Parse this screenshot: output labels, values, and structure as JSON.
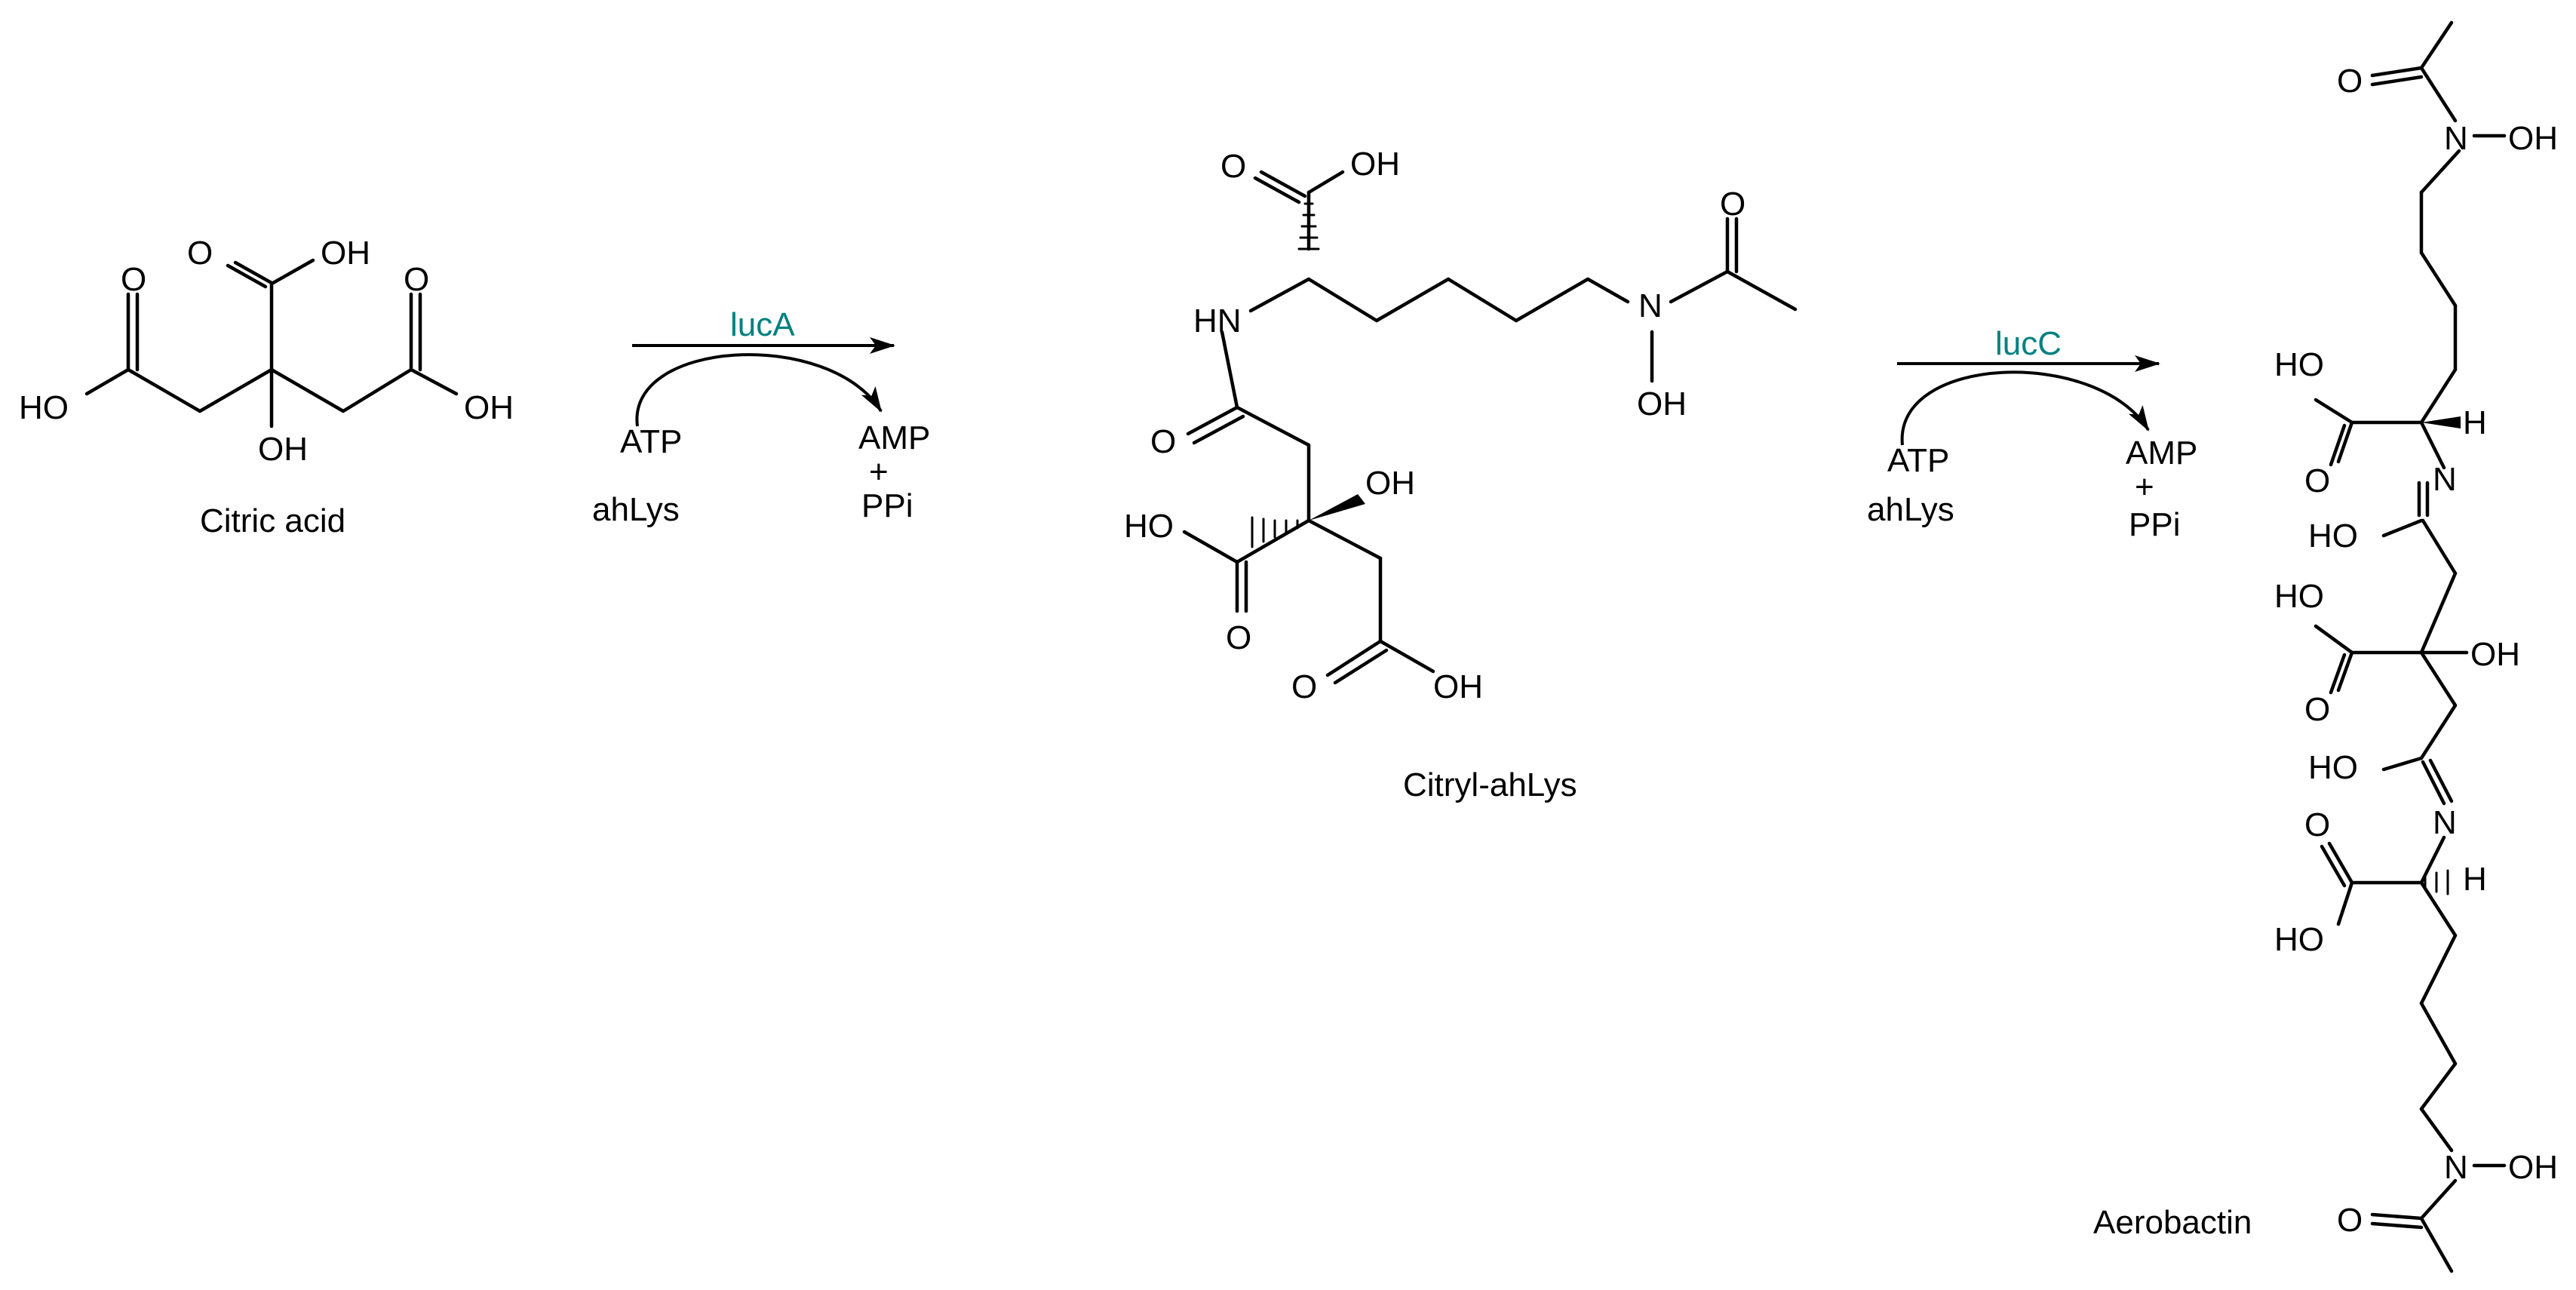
{
  "molecules": {
    "citric_acid": {
      "name": "Citric acid",
      "atoms": {
        "o_top": "O",
        "oh_top": "OH",
        "o_left": "O",
        "ho_left": "HO",
        "o_right": "O",
        "oh_right": "OH",
        "oh_center": "OH"
      }
    },
    "citryl_ahlys": {
      "name": "Citryl-ahLys",
      "atoms": {
        "o_acid": "O",
        "oh_acid": "OH",
        "hn": "HN",
        "n": "N",
        "oh_n": "OH",
        "o_acetyl": "O",
        "o_amide": "O",
        "oh_quat": "OH",
        "ho_left": "HO",
        "o_left": "O",
        "o_bottom": "O",
        "oh_bottom": "OH"
      }
    },
    "aerobactin": {
      "name": "Aerobactin",
      "atoms": {
        "o_top": "O",
        "n_top": "N",
        "oh_top": "OH",
        "ho_1": "HO",
        "o_1": "O",
        "h_1": "H",
        "n_1": "N",
        "ho_2": "HO",
        "ho_3": "HO",
        "o_3": "O",
        "oh_quat": "OH",
        "ho_4": "HO",
        "n_4": "N",
        "o_5": "O",
        "ho_5": "HO",
        "h_5": "H",
        "n_bottom": "N",
        "oh_bottom": "OH",
        "o_bottom": "O"
      }
    }
  },
  "reactions": [
    {
      "enzyme": "lucA",
      "cofactor_in": "ATP",
      "substrate": "ahLys",
      "product_out": "AMP",
      "plus": "+",
      "byproduct": "PPi"
    },
    {
      "enzyme": "lucC",
      "cofactor_in": "ATP",
      "substrate": "ahLys",
      "product_out": "AMP",
      "plus": "+",
      "byproduct": "PPi"
    }
  ],
  "colors": {
    "enzyme_label": "#008080",
    "structure": "#000000"
  }
}
